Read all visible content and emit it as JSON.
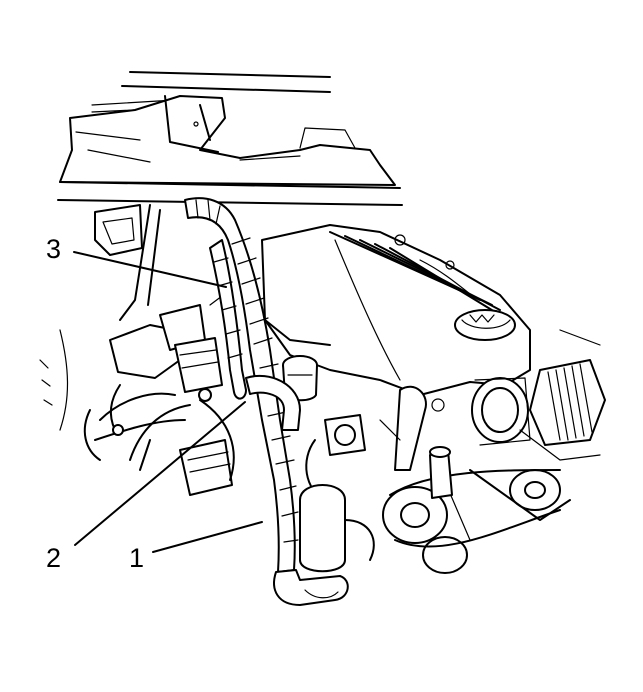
{
  "callouts": [
    {
      "id": "3",
      "label": "3"
    },
    {
      "id": "2",
      "label": "2"
    },
    {
      "id": "1",
      "label": "1"
    }
  ],
  "colors": {
    "ink": "#000000",
    "background": "#ffffff"
  }
}
